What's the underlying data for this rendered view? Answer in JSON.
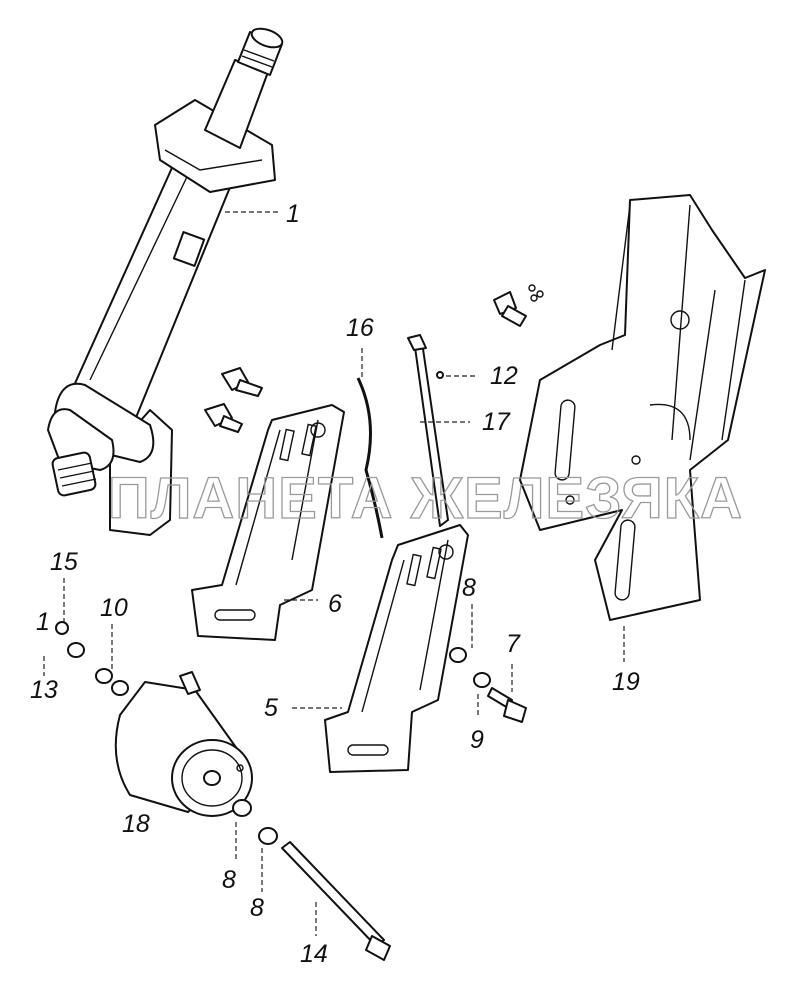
{
  "watermark": "ПЛАНЕТА ЖЕЛЕЗЯКА",
  "labels": {
    "l1": "1",
    "l5": "5",
    "l6": "6",
    "l7": "7",
    "l8a": "8",
    "l8b": "8",
    "l8c": "8",
    "l9": "9",
    "l10": "10",
    "l12": "12",
    "l13": "13",
    "l14": "14",
    "l15": "15",
    "l16": "16",
    "l17": "17",
    "l18": "18",
    "l19": "19",
    "l1x": "1"
  }
}
